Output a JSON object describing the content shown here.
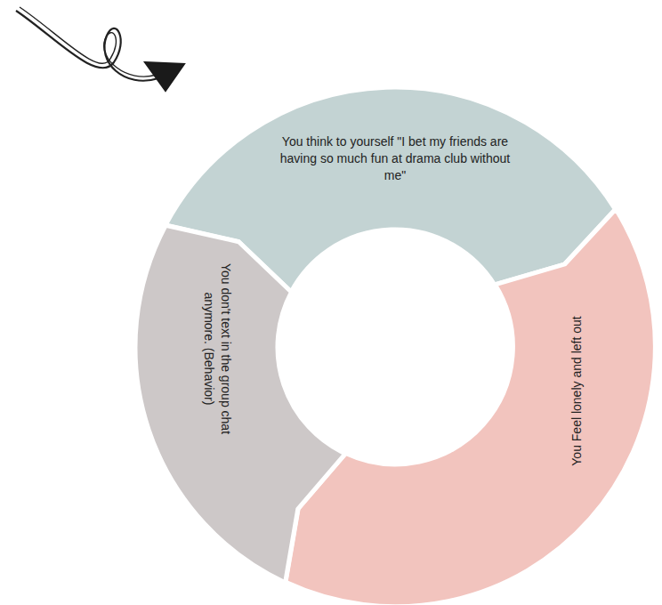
{
  "diagram": {
    "nodes": [
      {
        "text": [
          "You think to yourself \"I bet my friends are having so much fun at drama club without me\""
        ]
      },
      {
        "text": [
          "You Feel lonely and left out"
        ]
      },
      {
        "text": [
          "You don't text in the group chat anymore. (Behavior)"
        ]
      }
    ]
  }
}
